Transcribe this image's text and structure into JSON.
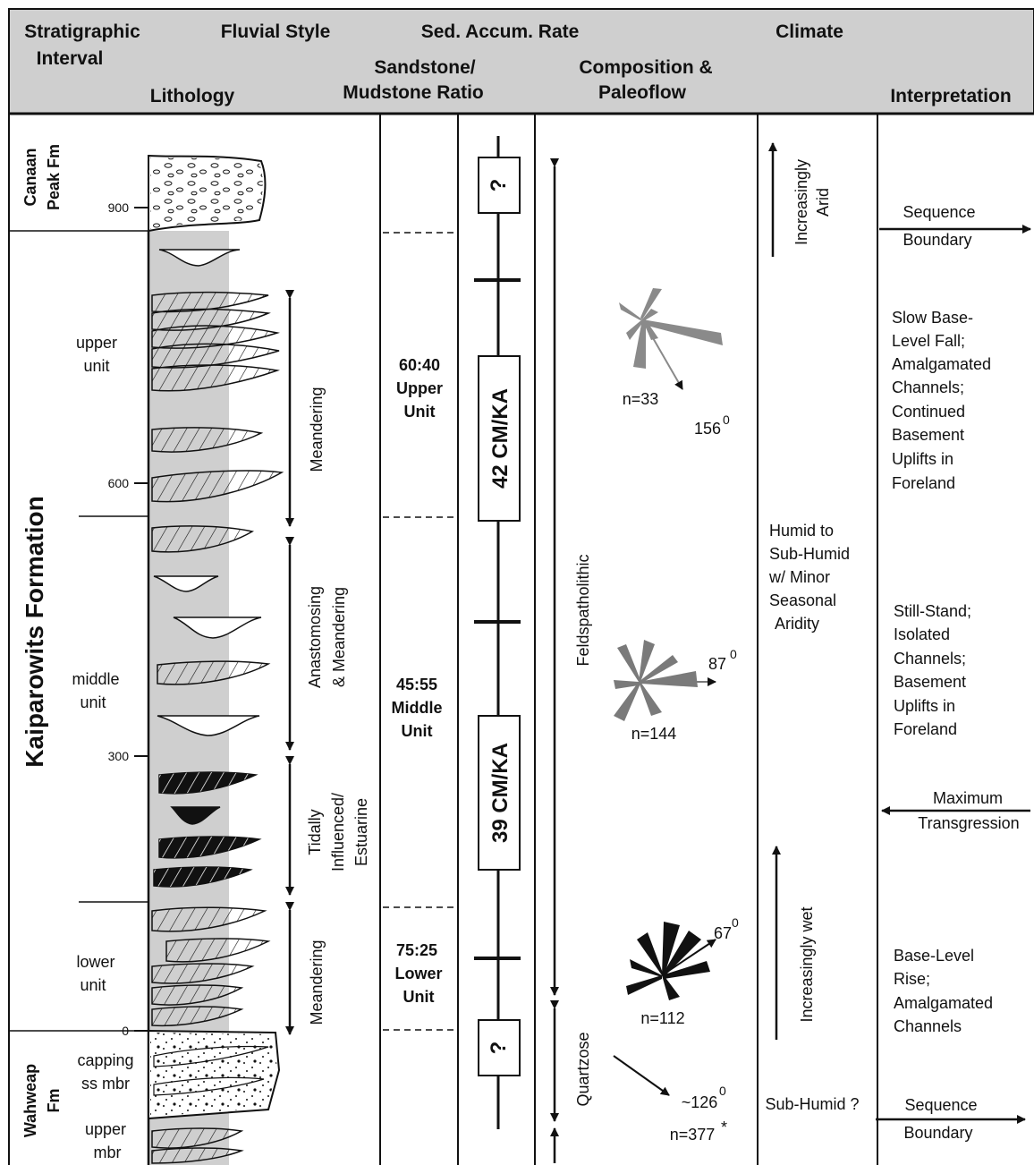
{
  "header": {
    "stratigraphic_interval": [
      "Stratigraphic",
      "Interval"
    ],
    "lithology": "Lithology",
    "fluvial_style": "Fluvial Style",
    "sandstone_ratio": [
      "Sandstone/",
      "Mudstone Ratio"
    ],
    "sed_accum_rate": "Sed.  Accum.  Rate",
    "composition_paleoflow": [
      "Composition &",
      "Paleoflow"
    ],
    "climate": "Climate",
    "interpretation": "Interpretation"
  },
  "formations": {
    "canaan": [
      "Canaan",
      "Peak Fm"
    ],
    "kaiparowits": "Kaiparowits Formation",
    "wahweap": [
      "Wahweap",
      "Fm"
    ]
  },
  "units": {
    "upper": [
      "upper",
      "unit"
    ],
    "middle": [
      "middle",
      "unit"
    ],
    "lower": [
      "lower",
      "unit"
    ],
    "capping": [
      "capping",
      "ss mbr"
    ],
    "upper_mbr": [
      "upper",
      "mbr"
    ]
  },
  "depth_ticks": [
    "900",
    "600",
    "300",
    "0"
  ],
  "fluvial_styles": {
    "meandering_upper": "Meandering",
    "anastomosing": [
      "Anastomosing",
      "& Meandering"
    ],
    "tidal": [
      "Tidally",
      "Influenced/",
      "Estuarine"
    ],
    "meandering_lower": "Meandering"
  },
  "ratios": {
    "upper": [
      "60:40",
      "Upper",
      "Unit"
    ],
    "middle": [
      "45:55",
      "Middle",
      "Unit"
    ],
    "lower": [
      "75:25",
      "Lower",
      "Unit"
    ]
  },
  "rates": {
    "top": "?",
    "upper": "42 CM/KA",
    "lower": "39 CM/KA",
    "bottom": "?"
  },
  "composition": {
    "feldspatholithic": "Feldspatholithic",
    "quartzose": "Quartzose"
  },
  "paleoflow": {
    "upper": {
      "n": "n=33",
      "azimuth": "156",
      "deg": "0"
    },
    "middle": {
      "n": "n=144",
      "azimuth": "87",
      "deg": "0"
    },
    "lower": {
      "n": "n=112",
      "azimuth": "67",
      "deg": "0"
    },
    "wahweap": {
      "n": "n=377",
      "star": "*",
      "azimuth": "~126",
      "deg": "0"
    }
  },
  "climate": {
    "arid": [
      "Increasingly",
      "Arid"
    ],
    "humid": [
      "Humid to",
      "Sub-Humid",
      "w/ Minor",
      "Seasonal",
      "Aridity"
    ],
    "wet": "Increasingly wet",
    "subhumid": "Sub-Humid ?"
  },
  "interpretation": {
    "seq_top": [
      "Sequence",
      "Boundary"
    ],
    "upper": [
      "Slow Base-",
      "Level Fall;",
      "Amalgamated",
      "Channels;",
      "Continued",
      "Basement",
      "Uplifts in",
      "Foreland"
    ],
    "middle": [
      "Still-Stand;",
      "Isolated",
      "Channels;",
      "Basement",
      "Uplifts in",
      "Foreland"
    ],
    "max_trans": [
      "Maximum",
      "Transgression"
    ],
    "lower": [
      "Base-Level",
      "Rise;",
      "Amalgamated",
      "Channels"
    ],
    "seq_bottom": [
      "Sequence",
      "Boundary"
    ]
  },
  "colors": {
    "header_bg": "#cfcfcf",
    "column_bg": "#cfcfcf",
    "ink": "#111111"
  }
}
